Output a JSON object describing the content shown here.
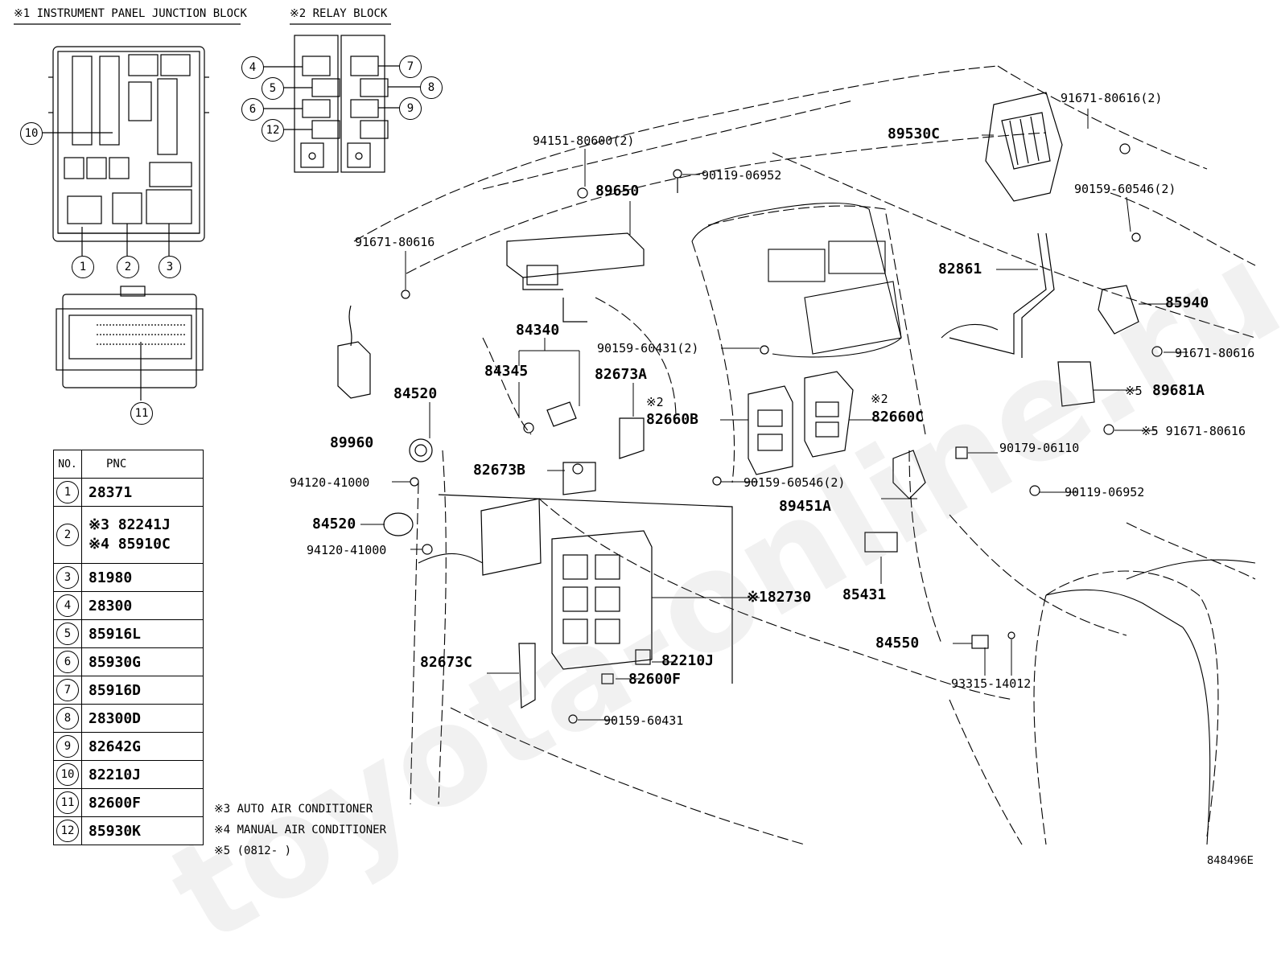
{
  "headers": {
    "junction_block": "※1 INSTRUMENT PANEL JUNCTION BLOCK",
    "relay_block": "※2 RELAY BLOCK"
  },
  "callout_numbers": [
    "1",
    "2",
    "3",
    "4",
    "5",
    "6",
    "7",
    "8",
    "9",
    "10",
    "11",
    "12"
  ],
  "table": {
    "col_no": "NO.",
    "col_pnc": "PNC",
    "rows": [
      {
        "no": "1",
        "pnc": [
          "28371"
        ]
      },
      {
        "no": "2",
        "pnc": [
          "※3 82241J",
          "※4 85910C"
        ]
      },
      {
        "no": "3",
        "pnc": [
          "81980"
        ]
      },
      {
        "no": "4",
        "pnc": [
          "28300"
        ]
      },
      {
        "no": "5",
        "pnc": [
          "85916L"
        ]
      },
      {
        "no": "6",
        "pnc": [
          "85930G"
        ]
      },
      {
        "no": "7",
        "pnc": [
          "85916D"
        ]
      },
      {
        "no": "8",
        "pnc": [
          "28300D"
        ]
      },
      {
        "no": "9",
        "pnc": [
          "82642G"
        ]
      },
      {
        "no": "10",
        "pnc": [
          "82210J"
        ]
      },
      {
        "no": "11",
        "pnc": [
          "82600F"
        ]
      },
      {
        "no": "12",
        "pnc": [
          "85930K"
        ]
      }
    ]
  },
  "notes": {
    "n3": "※3 AUTO AIR CONDITIONER",
    "n4": "※4 MANUAL AIR CONDITIONER",
    "n5": "※5 (0812-     )"
  },
  "part_labels": {
    "p94151": "94151-80600(2)",
    "p89650": "89650",
    "p90119a": "90119-06952",
    "p91671a": "91671-80616",
    "p84340": "84340",
    "p90159a": "90159-60431(2)",
    "p84345": "84345",
    "p82673a": "82673A",
    "p84520a": "84520",
    "p89960": "89960",
    "p82660b_mark": "※2",
    "p82660b": "82660B",
    "p82660c_mark": "※2",
    "p82660c": "82660C",
    "p82673b": "82673B",
    "p94120a": "94120-41000",
    "p90159b": "90159-60546(2)",
    "p84520b": "84520",
    "p94120b": "94120-41000",
    "p82730": "※182730",
    "p82210j": "82210J",
    "p82673c": "82673C",
    "p82600f": "82600F",
    "p90159c": "90159-60431",
    "p91671b": "91671-80616(2)",
    "p89530c": "89530C",
    "p90159d": "90159-60546(2)",
    "p82861": "82861",
    "p85940": "85940",
    "p91671c": "91671-80616",
    "p89681a_mark": "※5",
    "p89681a": "89681A",
    "p91671d": "※5 91671-80616",
    "p90179": "90179-06110",
    "p90119b": "90119-06952",
    "p89451a": "89451A",
    "p85431": "85431",
    "p84550": "84550",
    "p93315": "93315-14012"
  },
  "diagram_code": "848496E",
  "watermark": "toyota-online.ru"
}
